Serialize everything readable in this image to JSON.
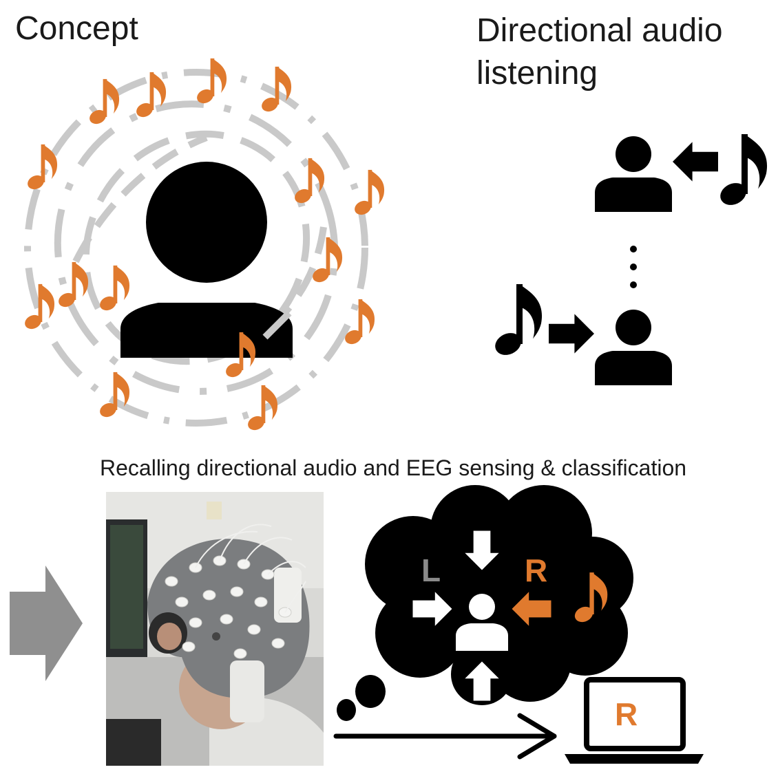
{
  "panels": {
    "concept": {
      "title": "Concept"
    },
    "directional": {
      "title_line1": "Directional audio",
      "title_line2": "listening"
    },
    "recall": {
      "title": "Recalling directional audio and EEG sensing & classification"
    }
  },
  "thought_cloud": {
    "left_label": "L",
    "right_label": "R"
  },
  "laptop": {
    "screen_label": "R"
  },
  "icons": {
    "person": "person-icon",
    "music_note": "music-note-icon",
    "arrow": "arrow-icon",
    "eeg_photo": "eeg-headset-photo",
    "laptop": "laptop-icon",
    "thought_bubble": "thought-cloud-icon"
  },
  "colors": {
    "accent_orange": "#e07a2e",
    "dash_gray": "#c9c9c9",
    "arrow_gray": "#8f8f8f",
    "label_gray": "#8a8a8a",
    "ink": "#000000"
  }
}
